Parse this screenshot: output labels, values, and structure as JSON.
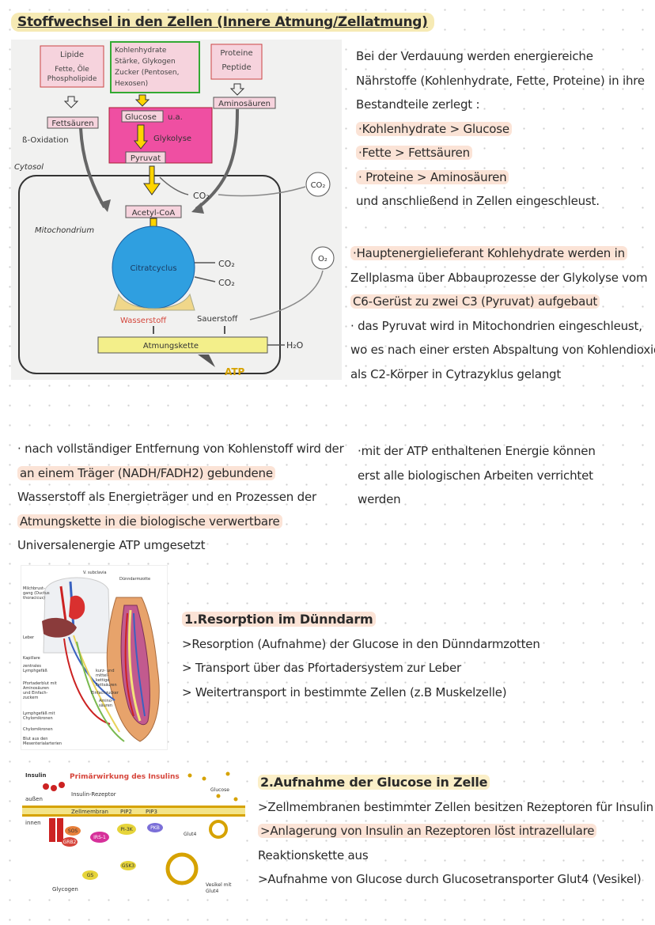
{
  "title": "Stoffwechsel in den Zellen (Innere Atmung/Zellatmung)",
  "fig1": {
    "lipide": [
      "Lipide",
      "Fette, Öle",
      "Phospholipide"
    ],
    "kohlenhydrate": [
      "Kohlenhydrate",
      "Stärke, Glykogen",
      "Zucker (Pentosen,",
      "Hexosen)"
    ],
    "proteine": [
      "Proteine",
      "Peptide"
    ],
    "fettsaeuren": "Fettsäuren",
    "glucose": "Glucose",
    "ua": "u.a.",
    "glykolyse": "Glykolyse",
    "aminosaeuren": "Aminosäuren",
    "boxidation": "ß-Oxidation",
    "cytosol": "Cytosol",
    "pyruvat": "Pyruvat",
    "co2": "CO₂",
    "acetylcoa": "Acetyl-CoA",
    "mitochondrium": "Mitochondrium",
    "citratcyclus": "Citratcyclus",
    "o2": "O₂",
    "wasserstoff": "Wasserstoff",
    "sauerstoff": "Sauerstoff",
    "atmungskette": "Atmungskette",
    "h2o": "H₂O",
    "atp": "ATP"
  },
  "text_right1": [
    "Bei der Verdauung werden energiereiche",
    "Nährstoffe (Kohlenhydrate, Fette, Proteine) in ihre",
    "Bestandteile zerlegt :",
    "·Kohlenhydrate > Glucose",
    "·Fette > Fettsäuren",
    "· Proteine > Aminosäuren",
    "und anschließend in Zellen eingeschleust."
  ],
  "text_right2": [
    "·Hauptenergielieferant Kohlehydrate werden in",
    "Zellplasma über Abbauprozesse der Glykolyse vom",
    "C6-Gerüst zu zwei C3 (Pyruvat) aufgebaut",
    "· das Pyruvat wird in Mitochondrien eingeschleust,",
    "wo es nach einer ersten Abspaltung von Kohlendioxid",
    "als C2-Körper in Cytrazyklus gelangt"
  ],
  "text_left3": [
    "· nach vollständiger Entfernung von Kohlenstoff wird der",
    "an einem Träger (NADH/FADH2) gebundene",
    "Wasserstoff als Energieträger und en Prozessen der",
    "Atmungskette in die biologische verwertbare",
    "Universalenergie ATP umgesetzt"
  ],
  "text_right3": [
    "·mit der ATP enthaltenen Energie können",
    "erst alle biologischen Arbeiten verrichtet",
    "werden"
  ],
  "fig2": {
    "labels": [
      "V. subclavia",
      "Dünndarmzotte",
      "Milchbrust-",
      "gang (Ductus",
      "thoracicus)",
      "Leber",
      "Kapillare",
      "zentrales",
      "Lymphgefäß",
      "kurz- und",
      "mittel-",
      "kettige",
      "Fettsäuren",
      "Pfortaderblut mit",
      "Aminosäuren",
      "und Einfach-",
      "zuckern",
      "Einfachzucker",
      "Amino-",
      "säuren",
      "Lymphgefäß mit",
      "Chylomikronen",
      "Chylomikronen",
      "Blut aus den",
      "Mesenterialarterien"
    ]
  },
  "section1": {
    "heading": "1.Resorption im Dünndarm",
    "lines": [
      ">Resorption (Aufnahme) der Glucose in den Dünndarmzotten",
      "> Transport über das Pfortadersystem zur Leber",
      "> Weitertransport in bestimmte Zellen (z.B Muskelzelle)"
    ]
  },
  "fig3": {
    "insulin": "Insulin",
    "title": "Primärwirkung des Insulins",
    "aussen": "außen",
    "rezeptor": "Insulin-Rezeptor",
    "glucose": "Glucose",
    "zellmembran": "Zellmembran",
    "pip2": "PIP2",
    "pip3": "PIP3",
    "innen": "innen",
    "sos": "SOS",
    "grb2": "GRB2",
    "irs1": "IRS-1",
    "pi3k": "PI-3K",
    "pkb": "PKB",
    "glut4": "Glut4",
    "gsk3": "GSK3",
    "gs": "GS",
    "glycogen": "Glycogen",
    "vesikel": [
      "Vesikel mit",
      "Glut4"
    ]
  },
  "section2": {
    "heading": "2.Aufnahme der Glucose in Zelle",
    "lines": [
      ">Zellmembranen bestimmter Zellen besitzen Rezeptoren für Insulin",
      ">Anlagerung von Insulin an Rezeptoren löst intrazellulare",
      "Reaktionskette aus",
      ">Aufnahme von Glucose durch Glucosetransporter Glut4 (Vesikel)"
    ]
  }
}
